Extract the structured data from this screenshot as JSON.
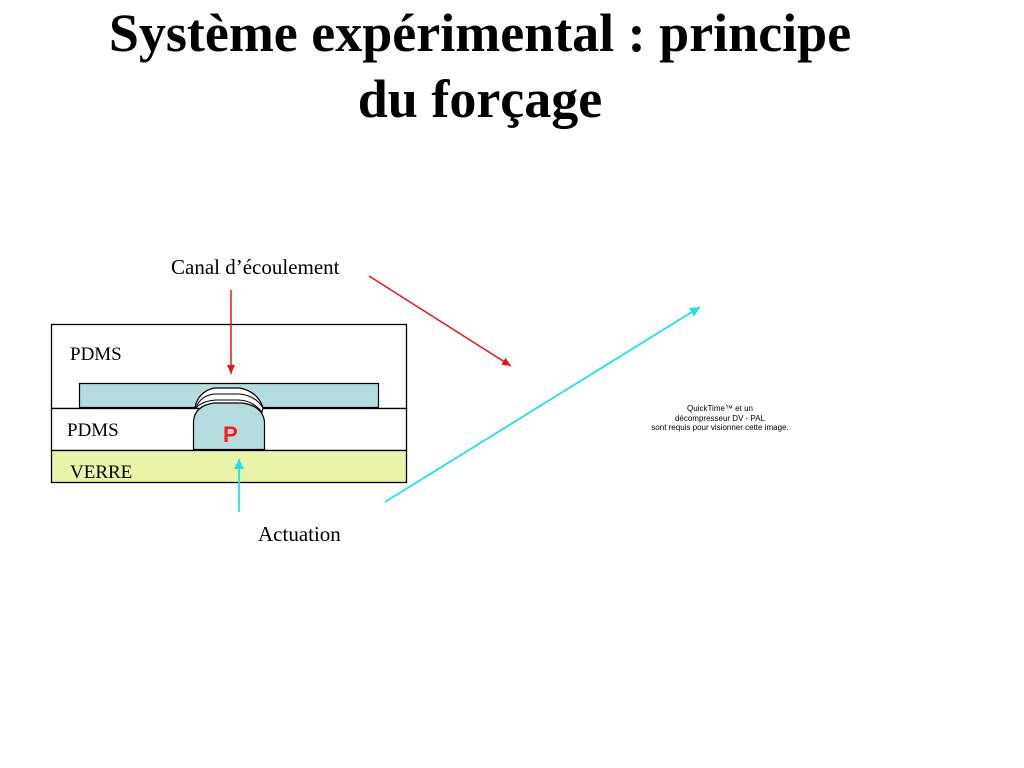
{
  "title": {
    "line1": "Système expérimental : principe",
    "line2": "du forçage"
  },
  "diagram": {
    "canal_label": "Canal d’écoulement",
    "actuation_label": "Actuation",
    "layer_pdms_top": "PDMS",
    "layer_pdms_bottom": "PDMS",
    "layer_verre": "VERRE",
    "pressure_label": "P"
  },
  "video_placeholder": {
    "line1": "QuickTime™ et un",
    "line2": "décompresseur DV - PAL",
    "line3": "sont requis pour visionner cette image."
  },
  "colors": {
    "channel_fill": "#b5dde0",
    "glass_fill": "#eaf4a8",
    "red_arrow": "#e8141a",
    "cyan_arrow": "#1fe0ec",
    "pressure_text": "#ff1a1a"
  }
}
